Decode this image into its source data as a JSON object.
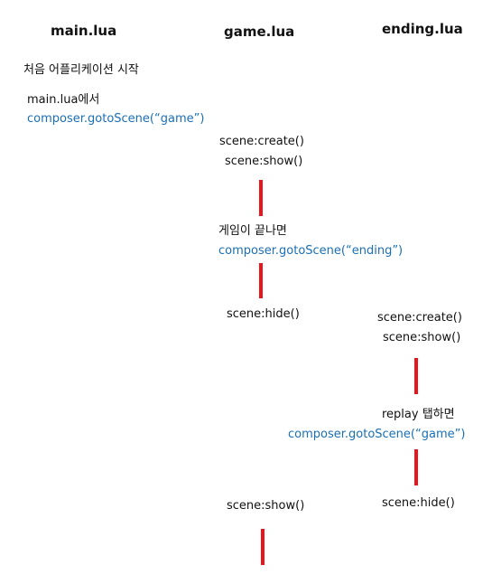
{
  "headers": {
    "main": "main.lua",
    "game": "game.lua",
    "ending": "ending.lua"
  },
  "main_col": {
    "start_note": "처음 어플리케이션 시작",
    "from_main": "main.lua에서",
    "goto_game": "composer.gotoScene(“game”)"
  },
  "game_col": {
    "create": "scene:create()",
    "show": "scene:show()",
    "game_over_note": "게임이 끝나면",
    "goto_ending": "composer.gotoScene(“ending”)",
    "hide": "scene:hide()",
    "show_again": "scene:show()"
  },
  "ending_col": {
    "create": "scene:create()",
    "show": "scene:show()",
    "replay_note": "replay 탭하면",
    "goto_game": "composer.gotoScene(“game”)",
    "hide": "scene:hide()"
  },
  "colors": {
    "code_blue": "#1a6fb5",
    "bar_red": "#e8151d",
    "text": "#111111"
  }
}
